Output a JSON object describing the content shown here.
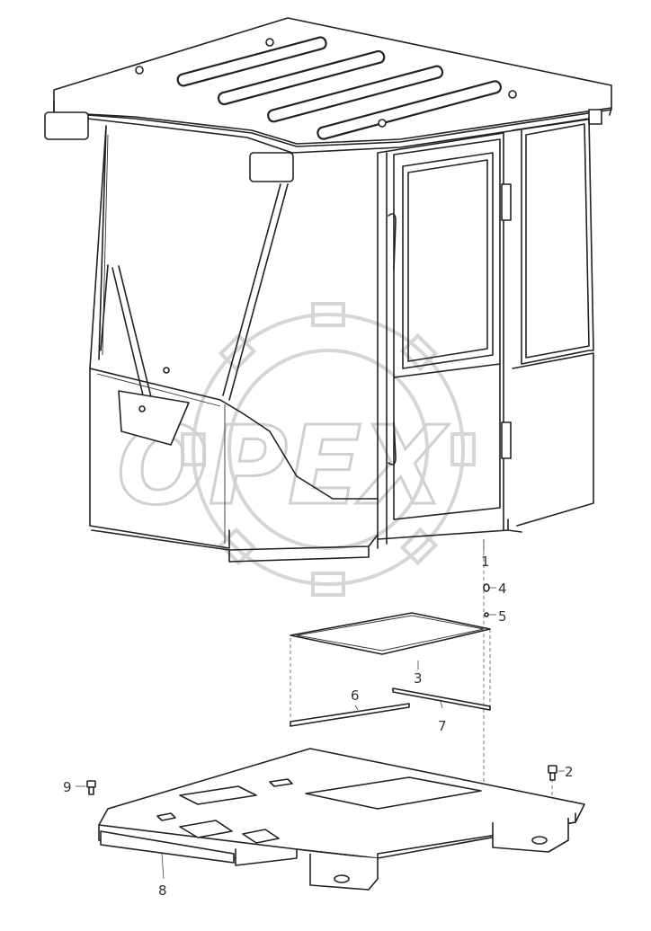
{
  "watermark": {
    "brand": "OPEX"
  },
  "callouts": [
    {
      "id": "1",
      "label": "1"
    },
    {
      "id": "2",
      "label": "2"
    },
    {
      "id": "3",
      "label": "3"
    },
    {
      "id": "4",
      "label": "4"
    },
    {
      "id": "5",
      "label": "5"
    },
    {
      "id": "6",
      "label": "6"
    },
    {
      "id": "7",
      "label": "7"
    },
    {
      "id": "8",
      "label": "8"
    },
    {
      "id": "9",
      "label": "9"
    }
  ]
}
